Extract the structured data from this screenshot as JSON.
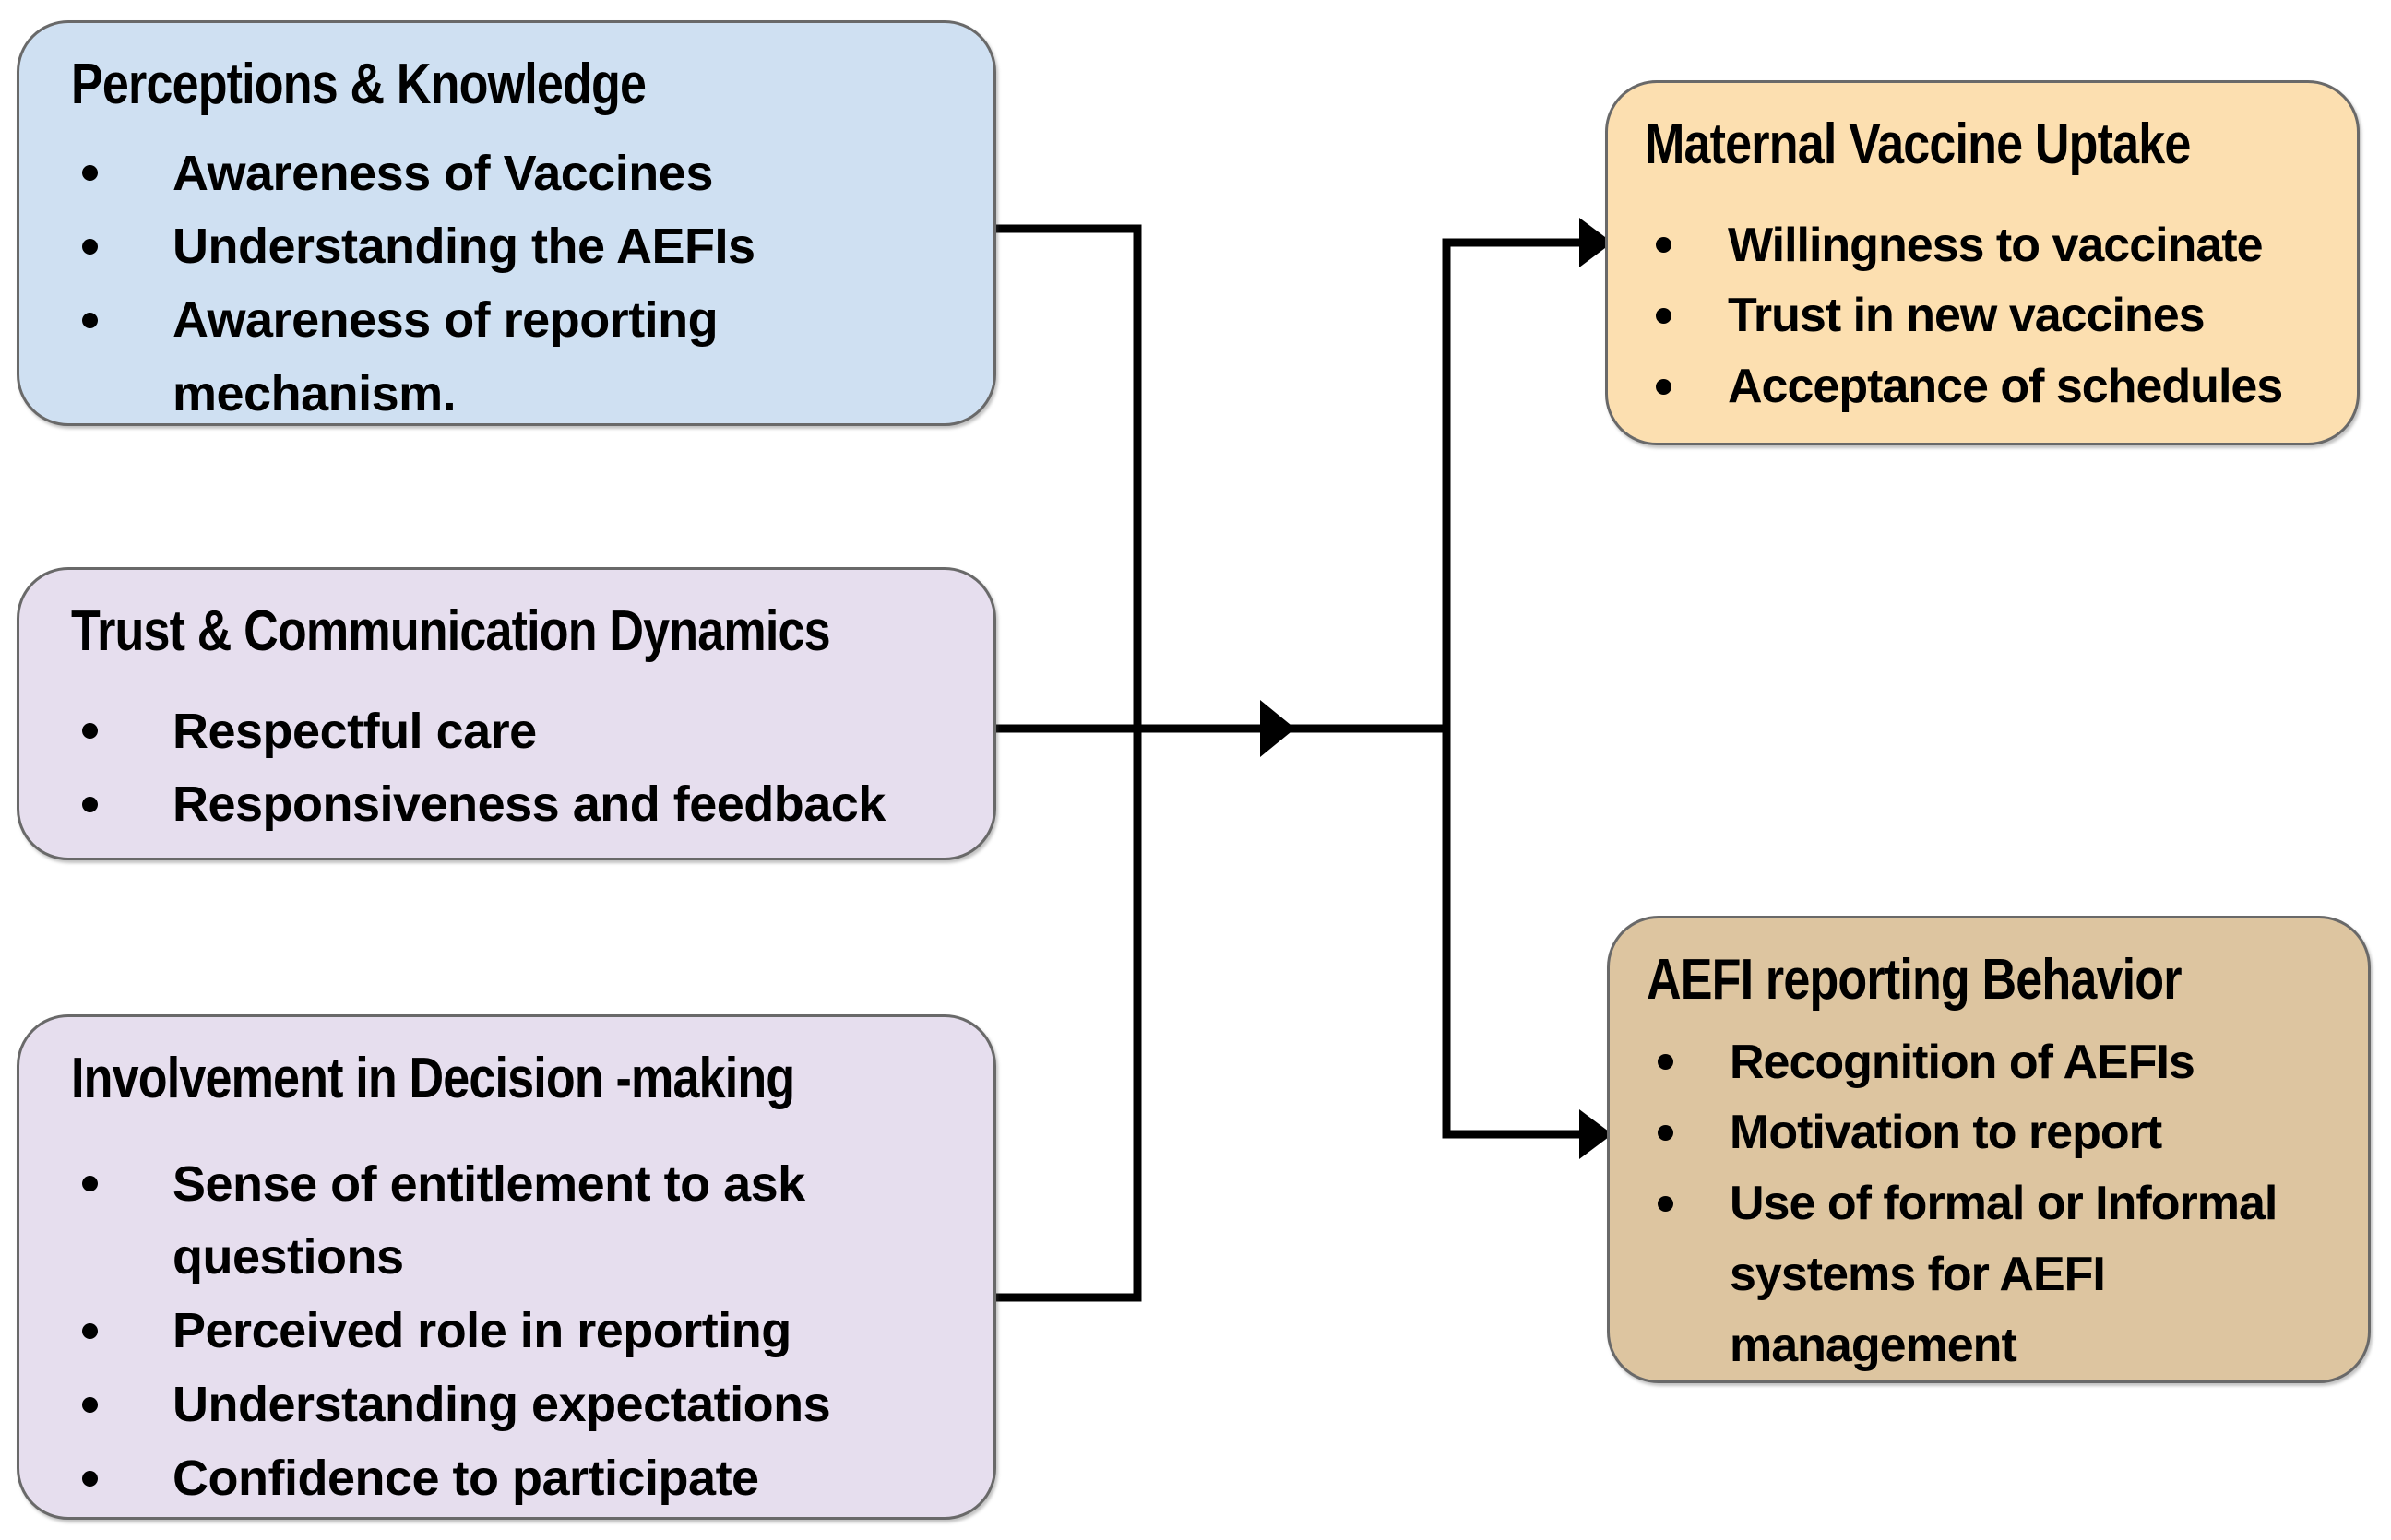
{
  "page": {
    "background": "#ffffff"
  },
  "diagram": {
    "border_color": "#696969",
    "connector_color": "#000000",
    "boxes": [
      {
        "id": "perceptions-knowledge",
        "title": "Perceptions & Knowledge",
        "bg": "#cfe0f2",
        "bullets": [
          "Awareness of Vaccines",
          "Understanding the AEFIs",
          "Awareness of reporting mechanism."
        ]
      },
      {
        "id": "trust-communication",
        "title": "Trust & Communication Dynamics",
        "bg": "#e6deee",
        "bullets": [
          "Respectful care",
          "Responsiveness and feedback"
        ]
      },
      {
        "id": "involvement-decision-making",
        "title": "Involvement in Decision -making",
        "bg": "#e6deee",
        "bullets": [
          "Sense of entitlement to ask questions",
          "Perceived role in reporting",
          "Understanding expectations",
          "Confidence to participate"
        ]
      },
      {
        "id": "maternal-vaccine-uptake",
        "title": "Maternal Vaccine Uptake",
        "bg": "#fcdfb0",
        "bullets": [
          "Willingness to vaccinate",
          "Trust in new vaccines",
          "Acceptance of schedules"
        ]
      },
      {
        "id": "aefi-reporting-behavior",
        "title": "AEFI reporting Behavior",
        "bg": "#ddc5a0",
        "bullets": [
          "Recognition of AEFIs",
          "Motivation to report",
          "Use of formal or Informal systems for AEFI management"
        ]
      }
    ],
    "edges": [
      {
        "from": "Perceptions & Knowledge",
        "to": "central-junction"
      },
      {
        "from": "Trust & Communication Dynamics",
        "to": "central-junction"
      },
      {
        "from": "Involvement in Decision -making",
        "to": "central-junction"
      },
      {
        "from": "central-junction",
        "to": "Maternal Vaccine Uptake"
      },
      {
        "from": "central-junction",
        "to": "AEFI reporting Behavior"
      }
    ]
  }
}
